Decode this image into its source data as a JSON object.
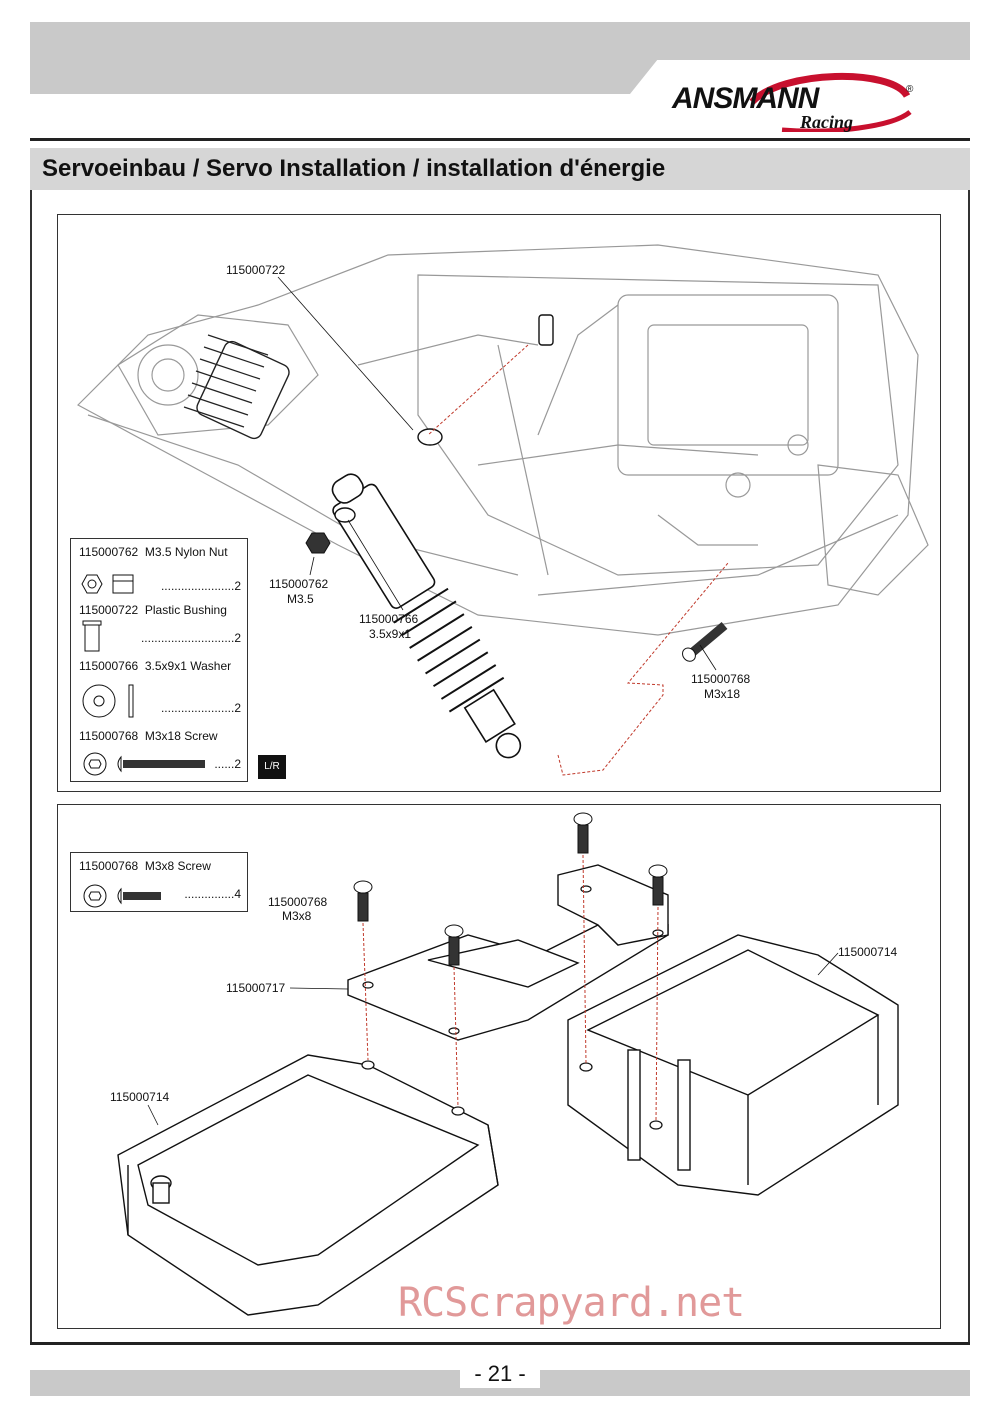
{
  "header": {
    "brand": "ANSMANN",
    "brand_sub": "Racing",
    "registered": "®"
  },
  "title": "Servoeinbau / Servo Installation / installation d'énergie",
  "panel1": {
    "labels": {
      "bushing": "115000722",
      "nut_code": "115000762",
      "nut_size": "M3.5",
      "washer_code": "115000766",
      "washer_size": "3.5x9x1",
      "screw_code": "115000768",
      "screw_size": "M3x18"
    },
    "lr_badge": "L/R",
    "parts": [
      {
        "code": "115000762",
        "name": "M3.5 Nylon Nut",
        "qty": "......................2"
      },
      {
        "code": "115000722",
        "name": "Plastic Bushing",
        "qty": "............................2"
      },
      {
        "code": "115000766",
        "name": "3.5x9x1 Washer",
        "qty": "......................2"
      },
      {
        "code": "115000768",
        "name": "M3x18 Screw",
        "qty": "......2"
      }
    ]
  },
  "panel2": {
    "labels": {
      "screw_code": "115000768",
      "screw_size": "M3x8",
      "plate": "115000717",
      "box_right": "115000714",
      "box_left": "115000714"
    },
    "parts": [
      {
        "code": "115000768",
        "name": "M3x8 Screw",
        "qty": "...............4"
      }
    ]
  },
  "footer": {
    "page": "- 21 -",
    "watermark": "RCScrapyard.net"
  }
}
